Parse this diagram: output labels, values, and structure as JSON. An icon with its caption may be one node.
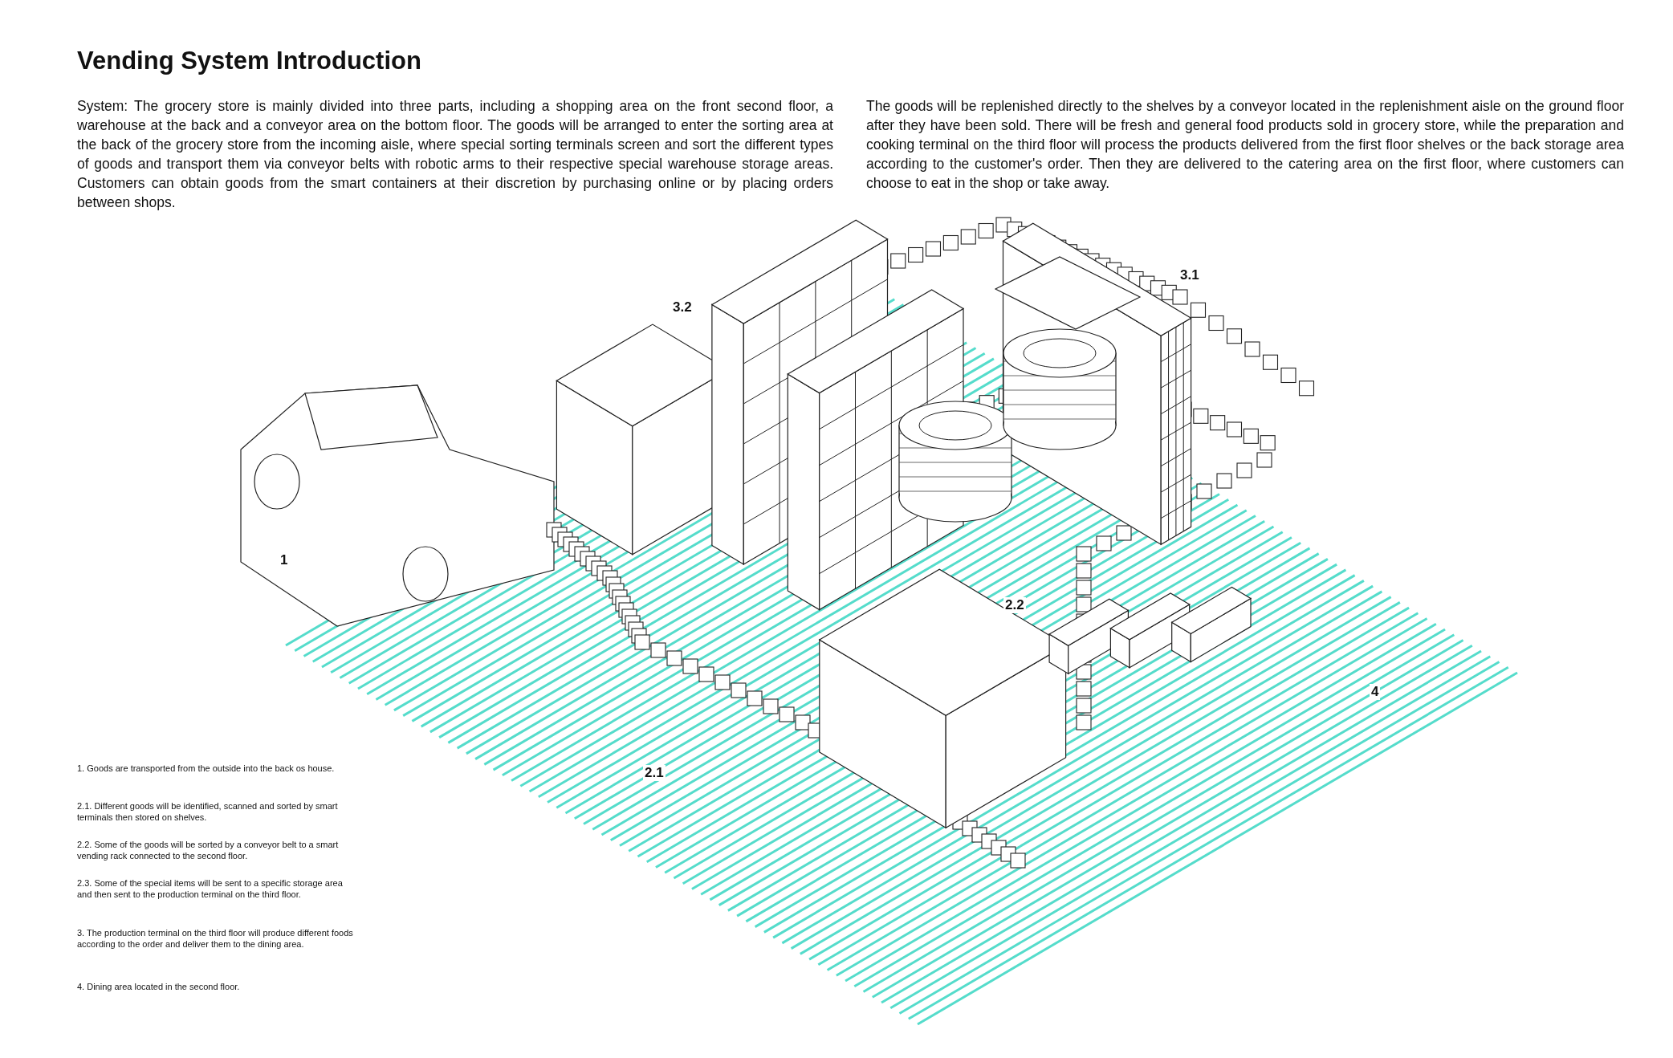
{
  "diagram": {
    "title": "Vending System Introduction",
    "labels": [
      "System: The grocery store is mainly divided into three parts, including a shopping area on the front second floor, a warehouse at the back and a conveyor area on the bottom floor. The goods will be arranged to enter the sorting area at the back of the grocery store from the incoming aisle, where special sorting terminals screen and sort the different types of goods and transport them via conveyor belts with robotic arms to their respective special warehouse storage areas. Customers can obtain goods from the smart containers at their discretion by purchasing online or by placing orders between shops.",
      "The goods will be replenished directly to the shelves by a conveyor located in the replenishment aisle on the ground floor after they have been sold. There will be fresh and general food products sold in grocery store, while the preparation and cooking terminal on the third floor will process the products delivered from the first floor shelves or the back storage area according to the customer's order. Then they are delivered to the catering area on the first floor, where customers can choose to eat in the shop or take away.",
      "3.1",
      "3.2",
      "1",
      "2.2",
      "4",
      "2.1",
      "1. Goods are transported from the outside into the back os house.",
      "2.1. Different goods will be identified, scanned and sorted by smart terminals then stored on shelves.",
      "2.2. Some of the goods will be sorted by a conveyor belt to a smart vending rack connected to the second floor.",
      "2.3. Some of the special items will be sent to a specific storage area and then sent to the production terminal on the third floor.",
      "3. The production terminal on the third floor will produce different foods according to the order and deliver them to the dining area.",
      "4. Dining area located in the second floor."
    ]
  }
}
